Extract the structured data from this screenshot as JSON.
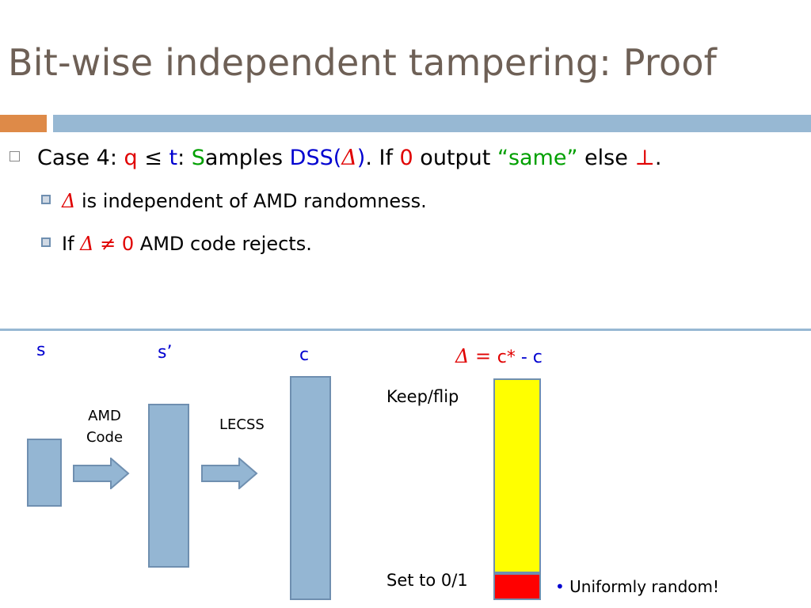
{
  "slide": {
    "title": "Bit-wise independent tampering: Proof"
  },
  "bullets": {
    "case": {
      "prefix": "Case 4: ",
      "q": "q",
      "leq": "≤",
      "t": "t",
      "colon": ": ",
      "s_cap": "S",
      "samples_rest": "amples ",
      "dss_open": "DSS(",
      "delta": "Δ",
      "dss_close": ")",
      "if_text": ". If ",
      "zero": "0",
      "output_text": " output ",
      "same": "“same”",
      "else_text": " else ",
      "bottom": "⊥",
      "end": "."
    },
    "sub1": {
      "delta": "Δ",
      "text": " is independent of AMD randomness."
    },
    "sub2": {
      "if_text": "If ",
      "delta": "Δ",
      "neq": "≠",
      "zero": "0",
      "text": " AMD code rejects."
    }
  },
  "diagram": {
    "label_s": "s",
    "label_s_prime": "s’",
    "label_c": "c",
    "amd_line1": "AMD",
    "amd_line2": "Code",
    "lecss": "LECSS",
    "delta_eq": {
      "delta": "Δ",
      "eq": "=",
      "cstar": "c*",
      "minus_c": " - c"
    },
    "keep_flip": "Keep/flip",
    "set_to": "Set to 0/1",
    "bullet_dot": "•",
    "uniform": "Uniformly random!"
  },
  "colors": {
    "title": "#6e6056",
    "orange_bar": "#de8a48",
    "blue_bar": "#97b8d3",
    "box_fill": "#94b6d3",
    "red": "#e00000",
    "green": "#00a000",
    "blue_text": "#0000d0",
    "yellow": "#ffff00"
  }
}
